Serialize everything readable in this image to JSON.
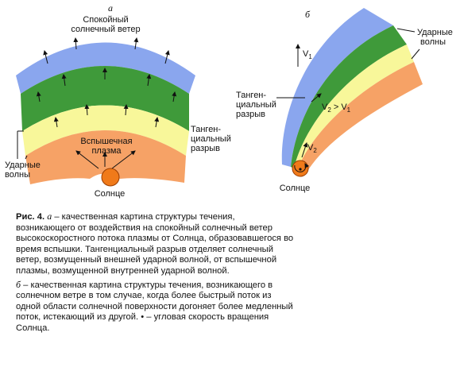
{
  "panel_a": {
    "letter": "а",
    "solar_wind_line1": "Спокойный",
    "solar_wind_line2": "солнечный ветер",
    "tangential_line1": "Танген-",
    "tangential_line2": "циальный",
    "tangential_line3": "разрыв",
    "shock_line1": "Ударные",
    "shock_line2": "волны",
    "plasma_line1": "Вспышечная",
    "plasma_line2": "плазма",
    "sun": "Солнце"
  },
  "panel_b": {
    "letter": "б",
    "shock_line1": "Ударные",
    "shock_line2": "волны",
    "tangential_line1": "Танген-",
    "tangential_line2": "циальный",
    "tangential_line3": "разрыв",
    "v1": "V",
    "v1_sub": "1",
    "v2_lhs": "V",
    "v2_lhs_sub": "2",
    "v2_rel": " > V",
    "v2_rhs_sub": "1",
    "v2": "V",
    "v2_sub": "2",
    "sun": "Солнце"
  },
  "colors": {
    "blue": "#8aa6ee",
    "green": "#3f9a3a",
    "yellow": "#f8f79a",
    "orange": "#f6a266",
    "sun": "#f07a1a",
    "sun_stroke": "#9a3d00"
  },
  "caption": {
    "title": "Рис. 4.",
    "p1_letter": "а",
    "p1_text": " – качественная картина структуры течения, возникающего от воздействия на спокойный солнечный ветер высокоскоростного потока плазмы от Солнца, образовавшегося во время вспышки. Тангенциальный разрыв отделяет солнечный ветер, возмущенный внешней ударной волной, от вспышечной плазмы, возмущенной внутренней ударной волной.",
    "p2_letter": "б",
    "p2_text": " – качественная картина структуры течения, возникающего в солнечном ветре в том случае, когда более быстрый поток из одной области солнечной поверхности догоняет более медленный поток, истекающий из другой. • – угловая скорость вращения Солнца."
  }
}
